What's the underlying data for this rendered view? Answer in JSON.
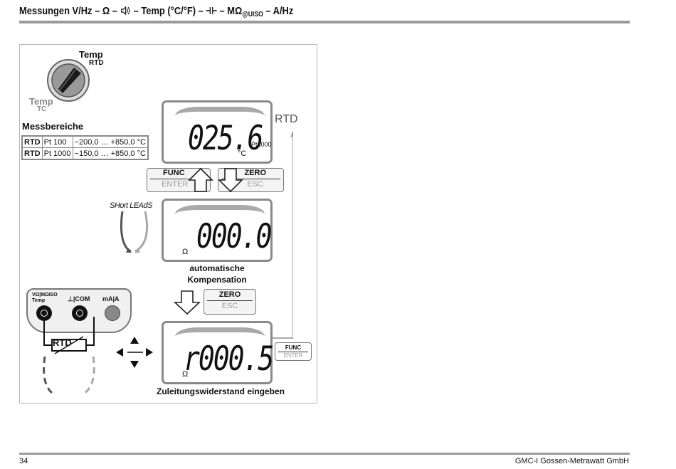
{
  "header": {
    "title_main": "Messungen V/Hz – Ω – ",
    "title_mid": " – Temp (°C/°F) – ",
    "title_end": " – MΩ",
    "title_sub": "@UISO",
    "title_tail": " – A/Hz"
  },
  "footer": {
    "page_number": "34",
    "company": "GMC-I Gossen-Metrawatt GmbH"
  },
  "figure": {
    "switch": {
      "label_temp_top": "Temp",
      "label_rtd": "RTD",
      "label_temp_bottom": "Temp",
      "label_tc": "TC"
    },
    "ranges_title": "Messbereiche",
    "ranges": [
      {
        "type": "RTD",
        "sensor": "Pt 100",
        "range": "−200,0 … +850,0 °C"
      },
      {
        "type": "RTD",
        "sensor": "Pt 1000",
        "range": "−150,0 … +850,0 °C"
      }
    ],
    "lcd1": {
      "value": "025.6",
      "unit": "°C",
      "sensor": "Pt1000"
    },
    "rtd_label": "RTD",
    "func_button": {
      "top": "FUNC",
      "bottom": "ENTER"
    },
    "zero_button": {
      "top": "ZERO",
      "bottom": "ESC"
    },
    "short_leads": "SHort LEAdS",
    "lcd2": {
      "value": "000.0",
      "unit": "Ω"
    },
    "caption_comp_1": "automatische",
    "caption_comp_2": "Kompensation",
    "zero_button_2": {
      "top": "ZERO",
      "bottom": "ESC"
    },
    "lcd3": {
      "value": "r000.5",
      "unit": "Ω"
    },
    "caption_lead": "Zuleitungswiderstand eingeben",
    "func_button_small": {
      "top": "FUNC",
      "bottom": "ENTER"
    },
    "terminals": {
      "t1": "VΩ",
      "t1b": "Temp",
      "t2": "MΩISO",
      "t_com": "COM",
      "t_ma": "mA|A",
      "rtd": "RTD"
    }
  }
}
